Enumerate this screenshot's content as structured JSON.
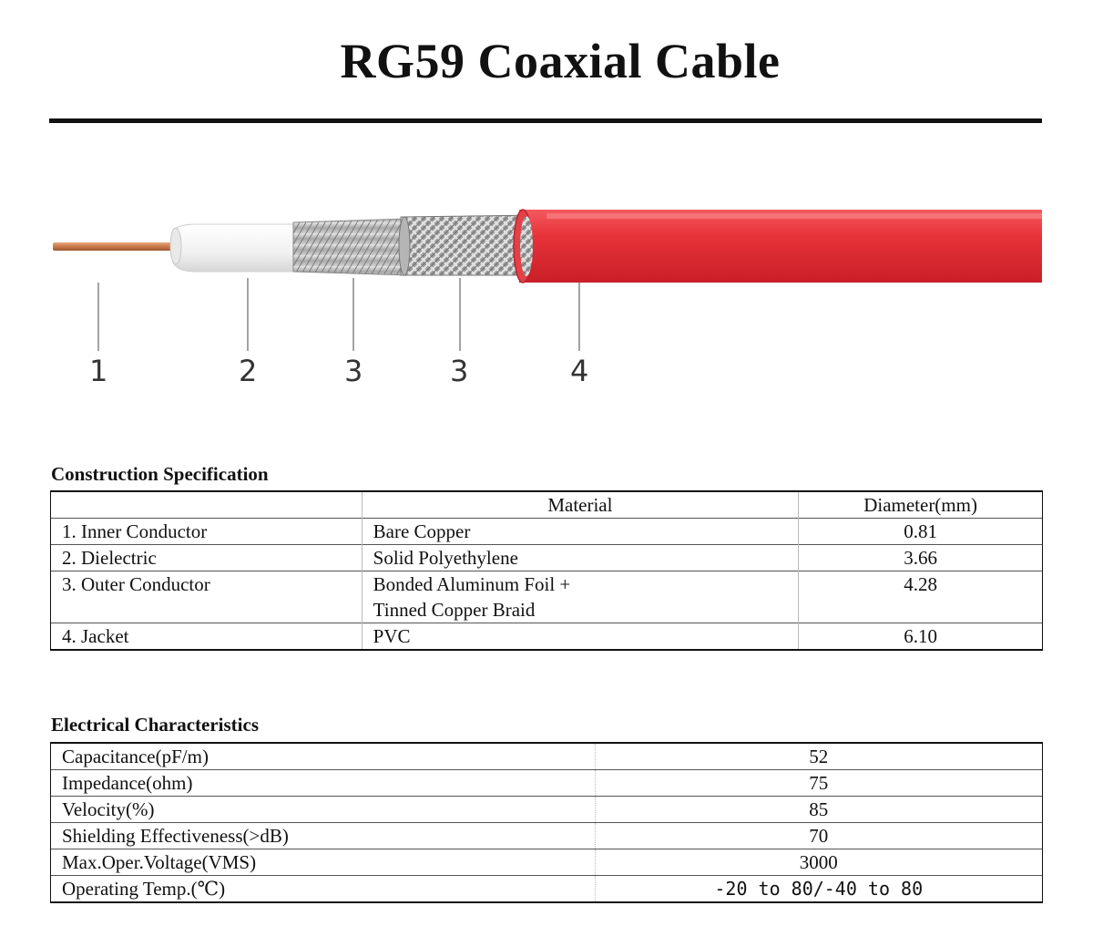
{
  "title": "RG59 Coaxial Cable",
  "diagram": {
    "callouts": [
      "1",
      "2",
      "3",
      "3",
      "4"
    ],
    "colors": {
      "copper": "#c9794a",
      "dielectric": "#f4f4f4",
      "jacket": "#e8333a",
      "braid": "#b8b8b8"
    }
  },
  "construction": {
    "heading": "Construction Specification",
    "headers": [
      "",
      "Material",
      "Diameter(mm)"
    ],
    "rows": [
      {
        "part": "1. Inner Conductor",
        "material": "Bare Copper",
        "material2": "",
        "diameter": "0.81"
      },
      {
        "part": "2. Dielectric",
        "material": "Solid Polyethylene",
        "material2": "",
        "diameter": "3.66"
      },
      {
        "part": "3. Outer Conductor",
        "material": "Bonded Aluminum Foil +",
        "material2": "Tinned Copper Braid",
        "diameter": "4.28"
      },
      {
        "part": "4. Jacket",
        "material": "PVC",
        "material2": "",
        "diameter": "6.10"
      }
    ]
  },
  "electrical": {
    "heading": "Electrical Characteristics",
    "rows": [
      {
        "label": "Capacitance(pF/m)",
        "value": "52"
      },
      {
        "label": "Impedance(ohm)",
        "value": "75"
      },
      {
        "label": "Velocity(%)",
        "value": "85"
      },
      {
        "label": "Shielding Effectiveness(>dB)",
        "value": "70"
      },
      {
        "label": "Max.Oper.Voltage(VMS)",
        "value": "3000"
      },
      {
        "label": "Operating Temp.(℃)",
        "value": "-20 to 80/-40 to 80"
      }
    ]
  }
}
